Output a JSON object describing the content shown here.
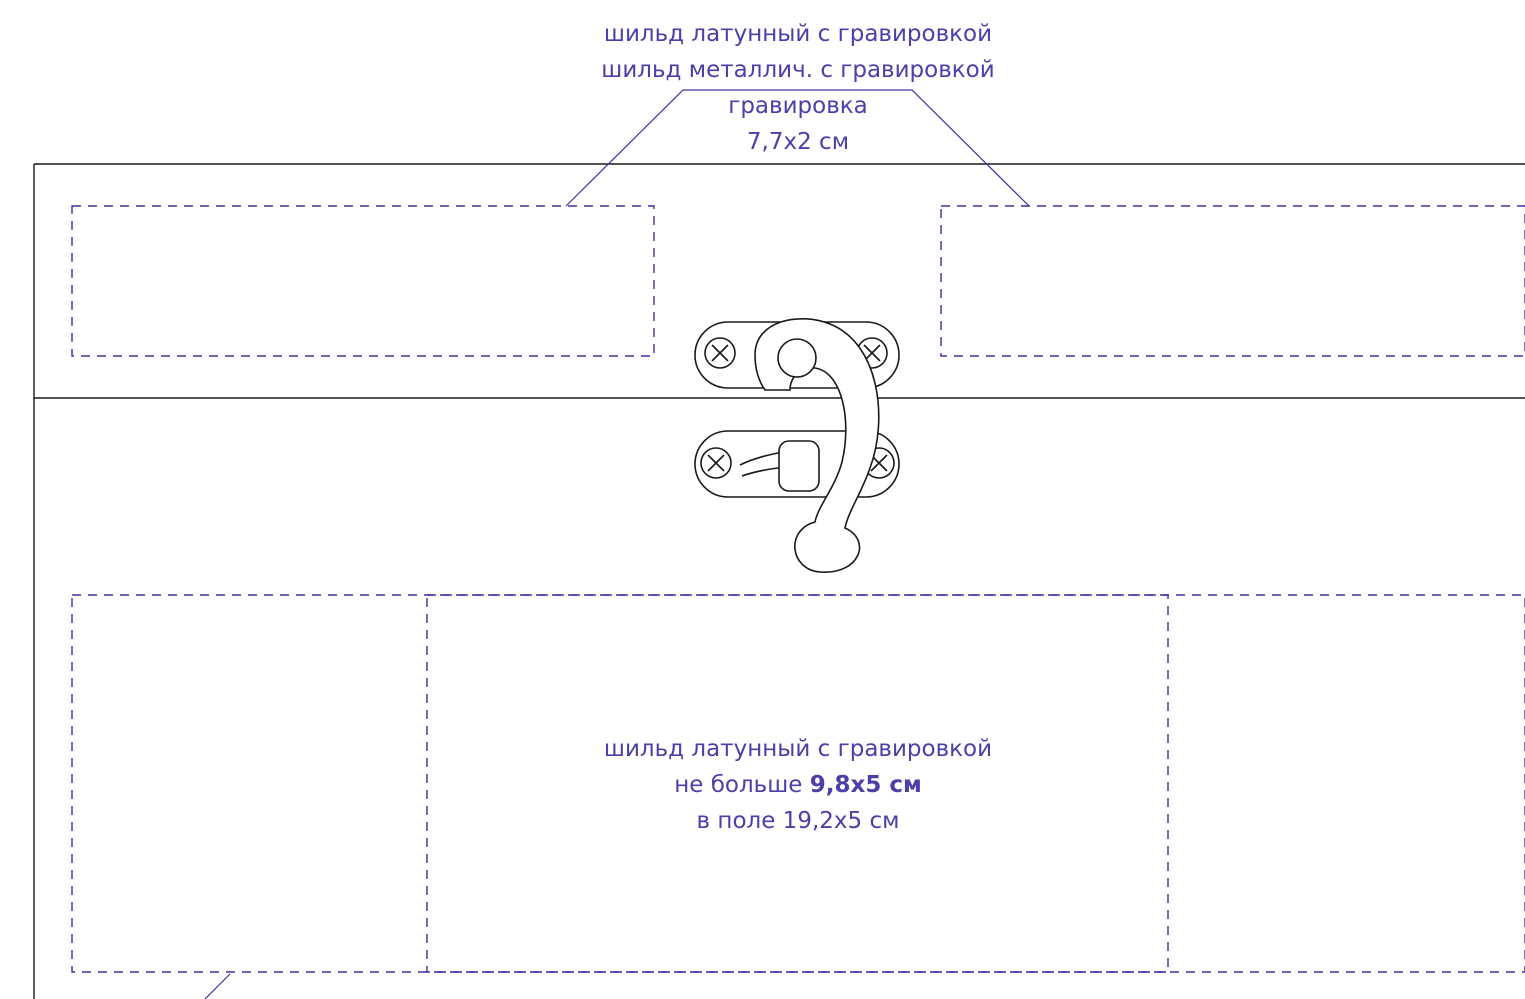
{
  "top_label": {
    "line1": "шильд латунный с гравировкой",
    "line2": "шильд металлич. с гравировкой",
    "line3": "гравировка",
    "line4": "7,7х2 см"
  },
  "center_label": {
    "line1": "шильд латунный с гравировкой",
    "line2_prefix": "не больше ",
    "line2_bold": "9,8х5 см",
    "line3": "в поле 19,2х5 см"
  },
  "colors": {
    "annotation": "#4b3fa8",
    "outline": "#1a1a1a"
  }
}
